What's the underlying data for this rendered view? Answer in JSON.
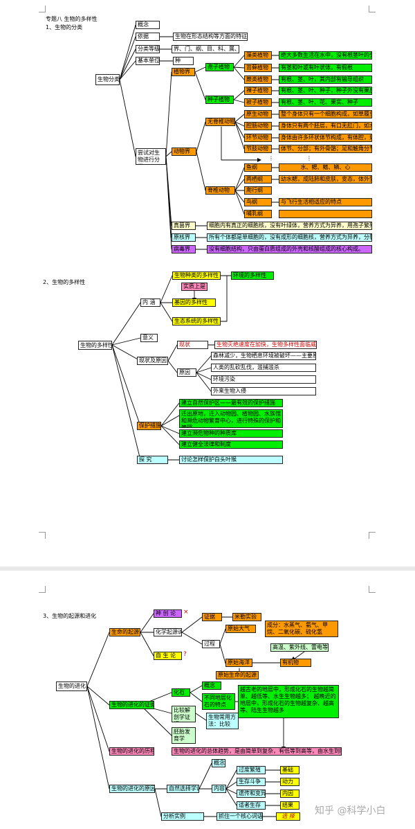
{
  "sections": {
    "s1": "专题八 生物的多样性",
    "s1sub": "1、生物的分类",
    "s2": "2、生物的多样性",
    "s3": "3、生物的起源和进化"
  },
  "watermark": "知乎 @科学小白",
  "marks": {
    "x": "×",
    "q": "?"
  },
  "c": {
    "root": "生物分类",
    "gainian": "概念",
    "yiju": "依据",
    "yiju_v": "生物在形态结构等方面的特征",
    "dengji": "分类等级",
    "dengji_v": "界、门、纲、目、科、属、种",
    "jiben": "基本单位",
    "jiben_v": "种",
    "xingshi": "尝试对生物进行分类",
    "zhiwujie": "植物界",
    "baozi": "孢子植物",
    "zhongzi": "种子植物",
    "zaolei": "藻类植物",
    "zaolei_d": "绝大多数生活在水中，没有根茎叶的分化",
    "taixian": "苔藓植物",
    "taixian_d": "有茎和叶或有叶状体，有假根",
    "jueli": "蕨类植物",
    "jueli_d": "有根、茎、叶，其内部有输导组织",
    "luozi": "裸子植物",
    "luozi_d": "有根、茎、叶、种子，种子外没有果皮",
    "beizi": "被子植物",
    "beizi_d": "有根、茎、叶、花、果实、种子",
    "dongwujie": "动物界",
    "wujizhui": "无脊椎动物",
    "yuanshen": "原生动物",
    "yuanshen_d": "整个身体只有一个细胞构成，如草履虫",
    "qiangchang": "腔肠动物",
    "qiangchang_d": "身体只有两个胚层，有口无肛门，如水螅",
    "huanjie": "环节动物",
    "huanjie_d": "身体由许多环状体节构成，有体腔，如蚯蚓",
    "jiezhi": "节肢动物",
    "jiezhi_d": "体节、分部；有外骨骼；足和触角分节",
    "dots": "⋮",
    "jizhui": "脊椎动物",
    "yugang": "鱼纲",
    "yugang_d": "水、鳃、鳍、鳞、心",
    "liangqi": "两栖纲",
    "liangqi_d": "幼水鳃，成陆肺和皮肤，变态，体外受精",
    "pachong": "爬行纲",
    "niaogang": "鸟纲",
    "niaogang_d": "与飞行生活相适应的特点",
    "buru": "哺乳纲",
    "zhenjun": "真菌界",
    "zhenjun_d": "细胞内有真正的细胞核，没有叶绿体，营养方式为异养，用孢子繁殖后代",
    "yuanhe": "原核界",
    "yuanhe_d": "所有个体都是单细胞的，没有成形的细胞核，营养方式为异养，分裂生殖",
    "bingdu": "病毒界",
    "bingdu_d": "没有细胞结构，只由蛋白质组成的外壳和核酸组成的核心构成。",
    "root2": "生物的多样性",
    "neihan": "内  涵",
    "wuzhong": "生物种类的多样性",
    "huanjing": "环境的多样性",
    "shilishang": "实质上是",
    "jiyin": "基因的多样性",
    "shengtai": "生态系统的多样性",
    "yiyi": "意义",
    "xianzhuang": "现状及原因",
    "xianzhuang_l": "现状",
    "xianzhuang_d": "生物灭绝速度在加快，生物多样性面临威胁",
    "yuanyin": "原因",
    "yuanyin_1": "森林减少，生物栖息环境被破坏——主要原因",
    "yuanyin_2": "人类的乱砍乱伐，滥捕滥杀",
    "yuanyin_3": "环境污染",
    "yuanyin_4": "外来生物入侵",
    "baohu": "保护措施",
    "baohu_1": "建立自然保护区——最有效的保护措施",
    "baohu_2": "迁出原地，迁入动物园、植物园、水族馆和濒危动物繁育中心，进行特殊的保护和管理。",
    "baohu_3": "建立濒危物种的种质库",
    "baohu_4": "建立健全法律和制度",
    "tanjiu": "探    究",
    "tanjiu_d": "讨论怎样保护白头叶猴",
    "root3": "生物的进化",
    "qiyuan": "生命的起源",
    "shenchuang": "神  创  论",
    "huaxue": "化学起源说",
    "zisheng": "自  生  论",
    "zhengju": "证据",
    "miler": "米勒实验",
    "guocheng": "过程",
    "dadqi": "原始大气",
    "dadqi_d": "成分：水蒸气、氨气、甲烷、二氧化碳、硫化氢",
    "gaowen": "高温、紫外线、雷电等",
    "youjiwu": "有机物",
    "haiyang": "原始海洋",
    "shengming": "原始生命的起源",
    "zhengju2": "生物的进化的证据",
    "huashi": "化石",
    "gainian2": "概念",
    "butong": "不同地层化石的特点",
    "butong_d": "越古老的地层中，形成化石的生物越简单、越低等、水生生物越多；\n越晚近的地层中，形成化石的生物越复杂、越高等、陆生生物越多",
    "bijiao": "比较解剖学证据",
    "changyong": "生物常用方法：比较",
    "peitai": "胚胎发育学",
    "licheng": "生物的进化的历程",
    "licheng_d": "生物的进化的总体趋势，是由简单到复杂，有低等到高等，由水生到陆生",
    "yuanyin3": "生物的进化的原因",
    "ziran": "自然选择学说",
    "gainian3": "概念",
    "neirong": "内容",
    "guodu": "过度繁殖",
    "jichu": "基础",
    "shengcun": "生存斗争",
    "dongli": "动力",
    "yichuan": "遗传和变异",
    "neiyin": "内因",
    "shizhe": "适者生存",
    "jieguo": "结果",
    "fenxi": "分析实例",
    "zhizhuo": "抓住一个核心词语",
    "zhizhuo_d": "选 择"
  }
}
